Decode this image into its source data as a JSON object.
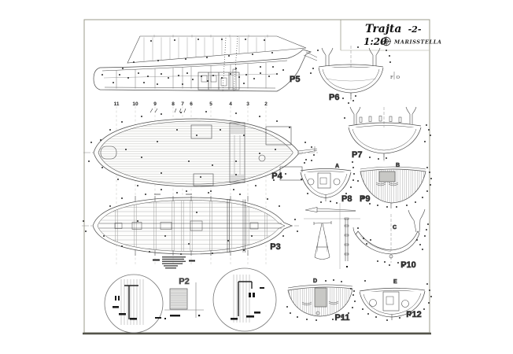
{
  "title_block": {
    "model_name": "Trajta",
    "scale": "1:20",
    "sheet_number": "-2-",
    "brand": "MARISSTELLA"
  },
  "stations": [
    "11",
    "10",
    "9",
    "8",
    "7",
    "6",
    "5",
    "4",
    "3",
    "2"
  ],
  "drawings": {
    "p2": {
      "label": "P2"
    },
    "p3": {
      "label": "P3"
    },
    "p4": {
      "label": "P4"
    },
    "p5": {
      "label": "P5"
    },
    "p6": {
      "label": "P6"
    },
    "p7": {
      "label": "P7"
    },
    "p8": {
      "label": "P8",
      "section_letter": "A"
    },
    "p9": {
      "label": "P9",
      "section_letter": "B"
    },
    "p10": {
      "label": "P10",
      "section_letter": "C"
    },
    "p11": {
      "label": "P11",
      "section_letter": "D"
    },
    "p12": {
      "label": "P12",
      "section_letter": "E"
    }
  },
  "marks": {
    "frame_orientation_left": "F",
    "frame_orientation_right": "O"
  },
  "colors": {
    "ink": "#4a4a4a",
    "light_line": "#c9c9c6",
    "sheet_border": "#9b9b8b",
    "bottom_edge": "#53534a",
    "label_ink": "#1c1c1c",
    "paper": "#ffffff"
  }
}
